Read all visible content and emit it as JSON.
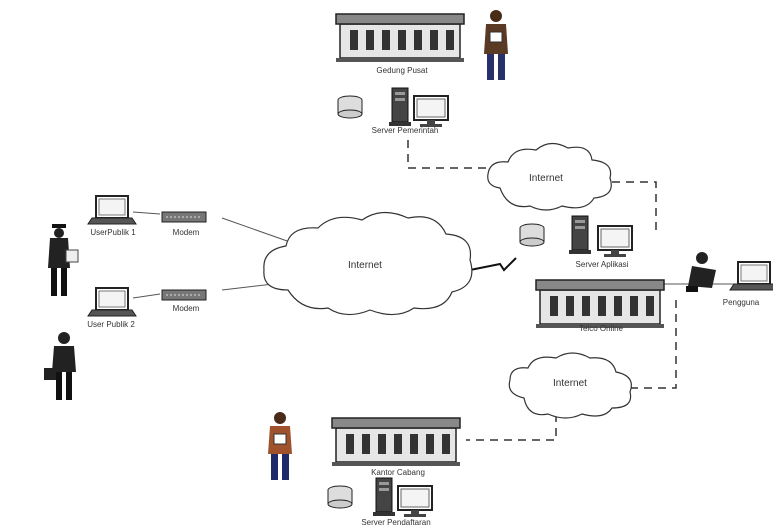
{
  "nodes": {
    "hq_building": {
      "label": "Gedung Pusat"
    },
    "server_pemerintah": {
      "label": "Server Pemerintah"
    },
    "cloud_top": {
      "label": "Internet"
    },
    "cloud_center": {
      "label": "Internet"
    },
    "cloud_bottom": {
      "label": "Internet"
    },
    "modem_1": {
      "label": "Modem"
    },
    "modem_2": {
      "label": "Modem"
    },
    "user_public_1": {
      "label": "UserPublik 1"
    },
    "user_public_2": {
      "label": "User Publik 2"
    },
    "server_right": {
      "label": "Server Aplikasi"
    },
    "telco": {
      "label": "Telco Online"
    },
    "user_right": {
      "label": "Pengguna"
    },
    "branch_building": {
      "label": "Kantor Cabang"
    },
    "server_bottom": {
      "label": "Server Pendaftaran"
    }
  }
}
